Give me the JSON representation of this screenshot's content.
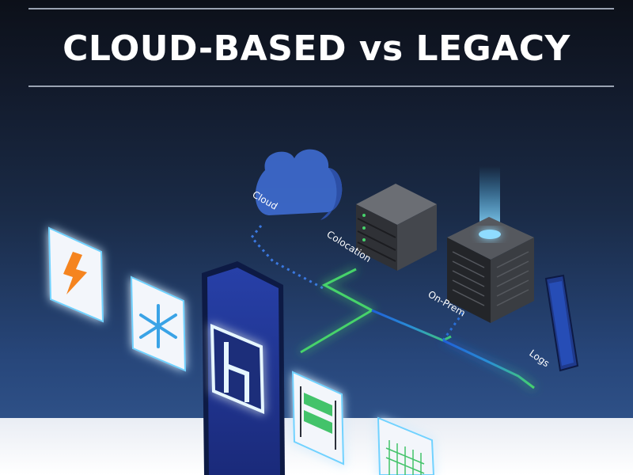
{
  "header": {
    "title": "CLOUD-BASED vs LEGACY"
  },
  "diagram": {
    "labels": {
      "cloud": "Cloud",
      "colocation": "Colocation",
      "on_prem": "On-Prem",
      "logs": "Logs"
    },
    "icons": [
      "lightning-icon",
      "snowflake-icon",
      "brand-h-icon",
      "server-rack-icon",
      "grid-panel-icon",
      "cloud-icon",
      "server-icon",
      "datacenter-cube-icon",
      "phone-device-icon"
    ],
    "accent_colors": {
      "glow": "#4fc3ff",
      "path": "#3fd36b",
      "lightning": "#f5841f",
      "snowflake": "#3aa3e6",
      "rack": "#43c36a"
    }
  }
}
